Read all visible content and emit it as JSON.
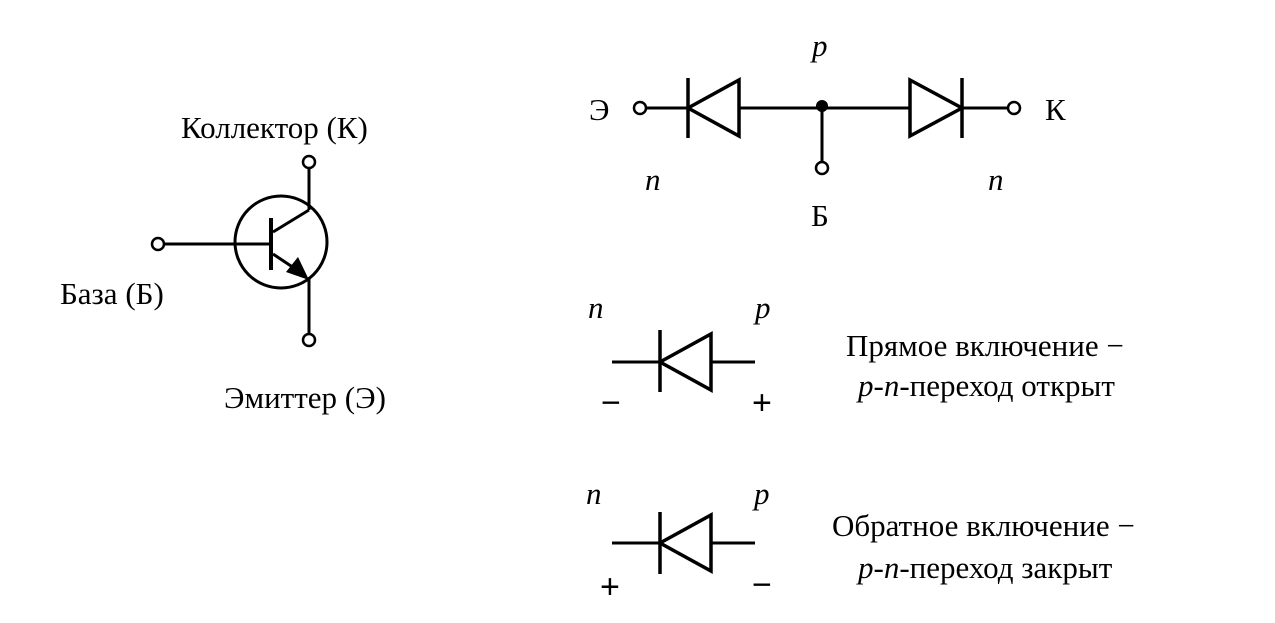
{
  "transistor": {
    "collector_label": "Коллектор (К)",
    "base_label": "База (Б)",
    "emitter_label": "Эмиттер (Э)"
  },
  "equivalent": {
    "emitter_terminal": "Э",
    "collector_terminal": "К",
    "base_terminal": "Б",
    "base_region": "p",
    "left_region": "n",
    "right_region": "n"
  },
  "forward": {
    "left_region": "n",
    "right_region": "p",
    "left_sign": "−",
    "right_sign": "+",
    "caption_line1": "Прямое включение −",
    "caption_line2_prefix": "p-n",
    "caption_line2_suffix": "-переход открыт"
  },
  "reverse": {
    "left_region": "n",
    "right_region": "p",
    "left_sign": "+",
    "right_sign": "−",
    "caption_line1": "Обратное включение −",
    "caption_line2_prefix": "p-n",
    "caption_line2_suffix": "-переход закрыт"
  }
}
